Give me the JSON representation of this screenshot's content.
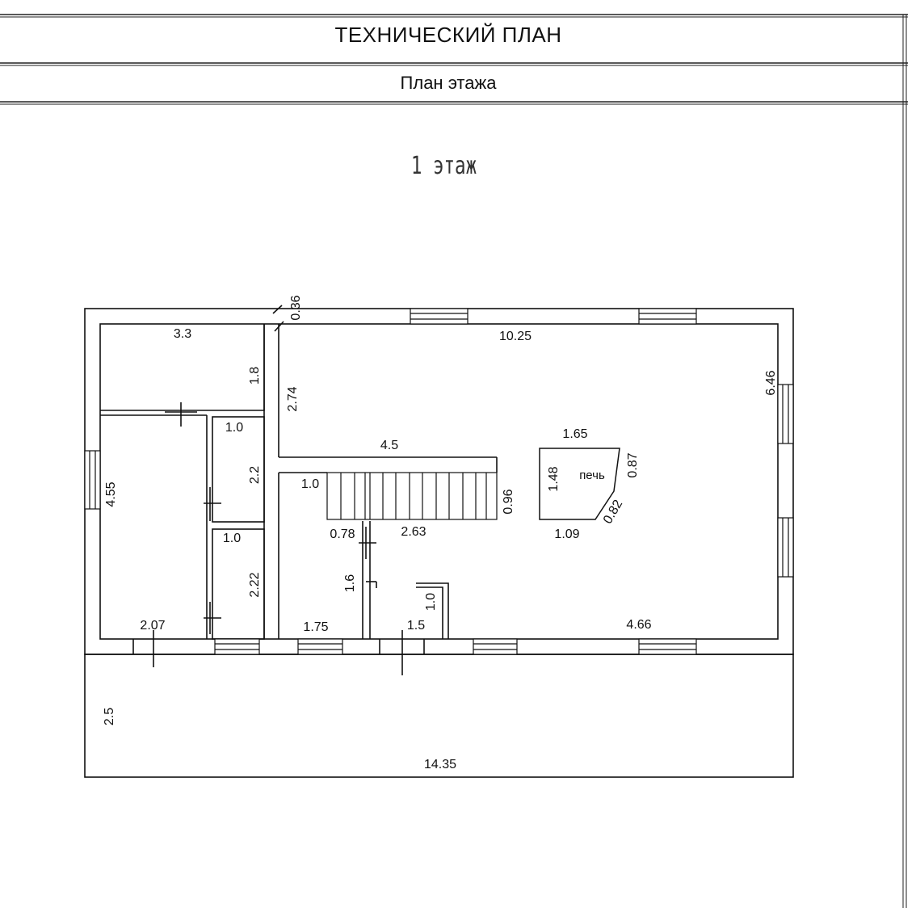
{
  "header": {
    "title": "ТЕХНИЧЕСКИЙ ПЛАН",
    "subtitle": "План этажа"
  },
  "floor_label": "1 этаж",
  "plan": {
    "dimensions": {
      "room1_width": "3.3",
      "room1_height": "1.8",
      "wall_thickness": "0.36",
      "main_width": "10.25",
      "main_height": "6.46",
      "partition_length": "2.74",
      "partition_width": "4.5",
      "stair_width": "1.0",
      "stair_height": "0.96",
      "stair_landing": "0.78",
      "stair_run": "2.63",
      "left_room_height": "4.55",
      "left_room_width": "2.07",
      "closet1_width": "1.0",
      "closet1_height": "2.2",
      "closet2_width": "1.0",
      "closet2_height": "2.22",
      "hall_width": "1.75",
      "hall_height": "1.6",
      "passage_width": "1.5",
      "niche_height": "1.0",
      "bottom_right_width": "4.66",
      "stove_top": "1.65",
      "stove_left": "1.48",
      "stove_right": "0.87",
      "stove_diag": "0.82",
      "stove_bottom": "1.09",
      "terrace_height": "2.5",
      "terrace_width": "14.35"
    },
    "stove_label": "печь"
  }
}
